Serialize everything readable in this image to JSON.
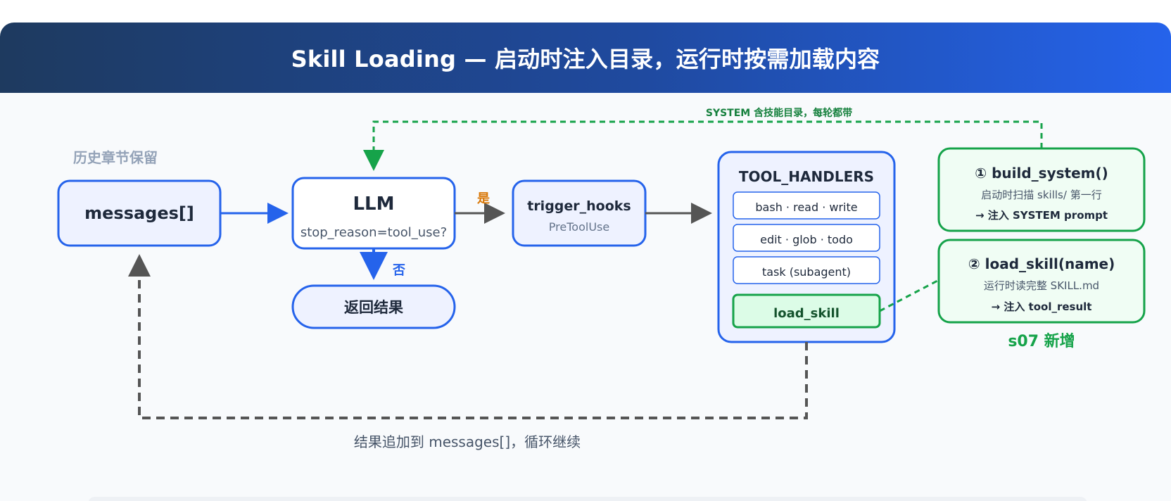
{
  "header": {
    "title": "Skill Loading — 启动时注入目录，运行时按需加载内容"
  },
  "diagram": {
    "history_label": "历史章节保留",
    "messages": "messages[]",
    "llm": {
      "title": "LLM",
      "subtitle": "stop_reason=tool_use?"
    },
    "yes_label": "是",
    "no_label": "否",
    "return_result": "返回结果",
    "trigger": {
      "title": "trigger_hooks",
      "subtitle": "PreToolUse"
    },
    "tool_handlers": {
      "title": "TOOL_HANDLERS",
      "items": [
        "bash · read · write",
        "edit · glob · todo",
        "task (subagent)"
      ],
      "highlight": "load_skill"
    },
    "system_edge_label": "SYSTEM 含技能目录，每轮都带",
    "build_system": {
      "title": "① build_system()",
      "line1": "启动时扫描 skills/ 第一行",
      "line2": "→ 注入 SYSTEM prompt"
    },
    "load_skill_box": {
      "title": "② load_skill(name)",
      "line1": "运行时读完整 SKILL.md",
      "line2": "→ 注入 tool_result"
    },
    "new_tag": "s07 新增",
    "loop_label": "结果追加到 messages[]，循环继续"
  },
  "colors": {
    "blue": "#2563eb",
    "blue_fill": "#eef2ff",
    "green": "#16a34a",
    "green_fill": "#dcfce7",
    "gray_arrow": "#555555",
    "orange": "#d97706"
  }
}
